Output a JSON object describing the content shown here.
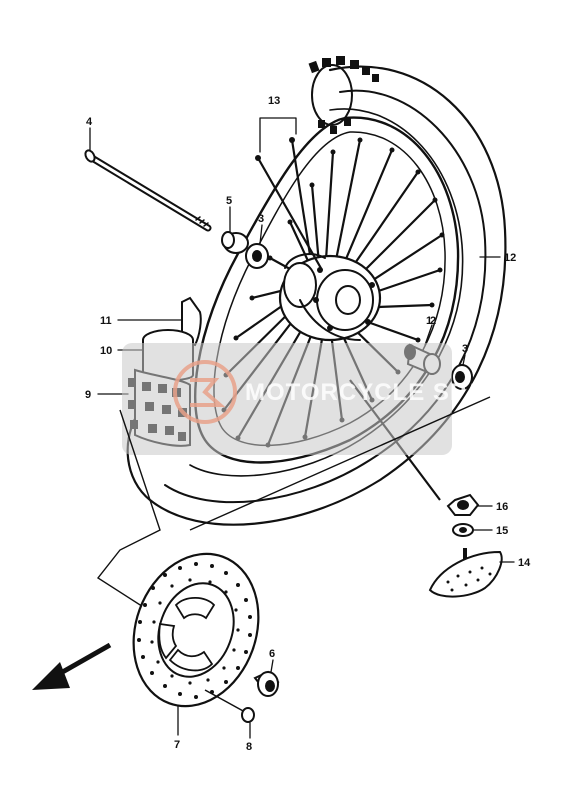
{
  "diagram": {
    "callouts": [
      {
        "id": "1",
        "text": "1"
      },
      {
        "id": "2",
        "text": "2"
      },
      {
        "id": "3a",
        "text": "3"
      },
      {
        "id": "3b",
        "text": "3"
      },
      {
        "id": "4",
        "text": "4"
      },
      {
        "id": "5",
        "text": "5"
      },
      {
        "id": "6",
        "text": "6"
      },
      {
        "id": "7",
        "text": "7"
      },
      {
        "id": "8",
        "text": "8"
      },
      {
        "id": "9",
        "text": "9"
      },
      {
        "id": "10",
        "text": "10"
      },
      {
        "id": "11",
        "text": "11"
      },
      {
        "id": "12",
        "text": "12"
      },
      {
        "id": "13",
        "text": "13"
      },
      {
        "id": "14",
        "text": "14"
      },
      {
        "id": "15",
        "text": "15"
      },
      {
        "id": "16",
        "text": "16"
      }
    ],
    "watermark": {
      "text": "MOTORCYCLE SPARE PARTS"
    },
    "colors": {
      "ink": "#111111",
      "paper": "#ffffff",
      "watermark_box": "#c9c9c9",
      "watermark_logo": "#e8a18a"
    }
  }
}
